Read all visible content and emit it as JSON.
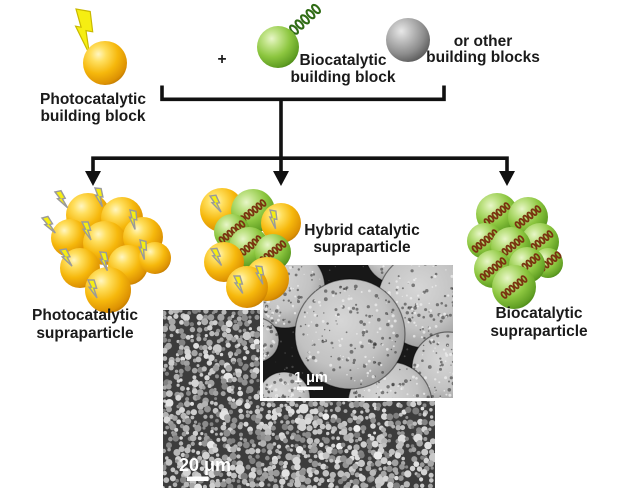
{
  "blocks": {
    "photocatalytic": {
      "line1": "Photocatalytic",
      "line2": "building block"
    },
    "plus_sign": "+",
    "biocatalytic": {
      "line1": "Biocatalytic",
      "line2": "building block"
    },
    "other": {
      "line1": "or other",
      "line2": "building blocks"
    }
  },
  "supraparticles": {
    "photocatalytic": {
      "line1": "Photocatalytic",
      "line2": "supraparticle"
    },
    "hybrid": {
      "line1": "Hybrid catalytic",
      "line2": "supraparticle"
    },
    "biocatalytic": {
      "line1": "Biocatalytic",
      "line2": "supraparticle"
    }
  },
  "sem_images": {
    "overview": {
      "scale_bar_label": "20 μm"
    },
    "inset": {
      "scale_bar_label": "1 μm"
    }
  },
  "icons": {
    "lightning": "lightning-bolt-icon",
    "enzyme": "enzyme-coil-icon"
  },
  "colors": {
    "photocatalytic_yellow": "#f2b106",
    "biocatalytic_green": "#8cc63f",
    "other_gray": "#8d8d8d",
    "lightning_yellow": "#f6ee12",
    "enzyme_green": "#2f6b14",
    "enzyme_brown": "#7a3410",
    "arrow_black": "#111111"
  }
}
